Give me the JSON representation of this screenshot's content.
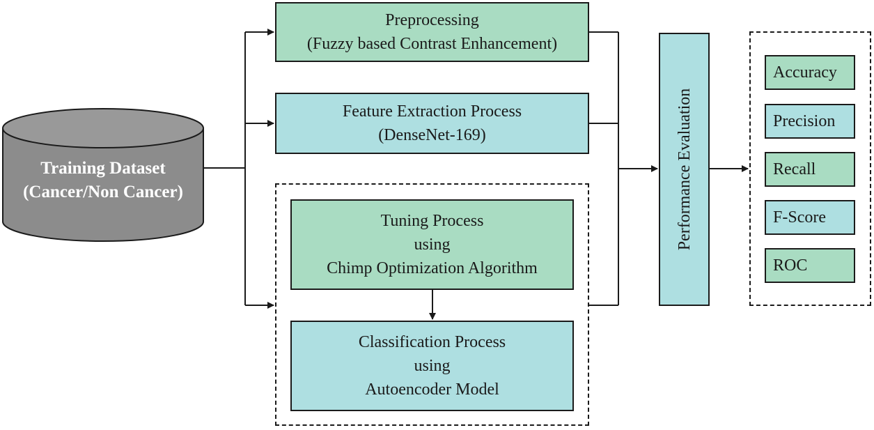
{
  "dataset": {
    "line1": "Training Dataset",
    "line2": "(Cancer/Non Cancer)"
  },
  "steps": {
    "preprocessing": [
      "Preprocessing",
      "(Fuzzy based Contrast Enhancement)"
    ],
    "feature_extraction": [
      "Feature Extraction Process",
      "(DenseNet-169)"
    ],
    "tuning": [
      "Tuning Process",
      "using",
      "Chimp Optimization Algorithm"
    ],
    "classification": [
      "Classification Process",
      "using",
      "Autoencoder Model"
    ]
  },
  "evaluation": {
    "label": "Performance Evaluation"
  },
  "metrics": [
    "Accuracy",
    "Precision",
    "Recall",
    "F-Score",
    "ROC"
  ],
  "colors": {
    "green_fill": "#a9dcc2",
    "cyan_fill": "#aedfe1",
    "database_fill": "#8c8c8c",
    "stroke": "#1a1a1a"
  }
}
